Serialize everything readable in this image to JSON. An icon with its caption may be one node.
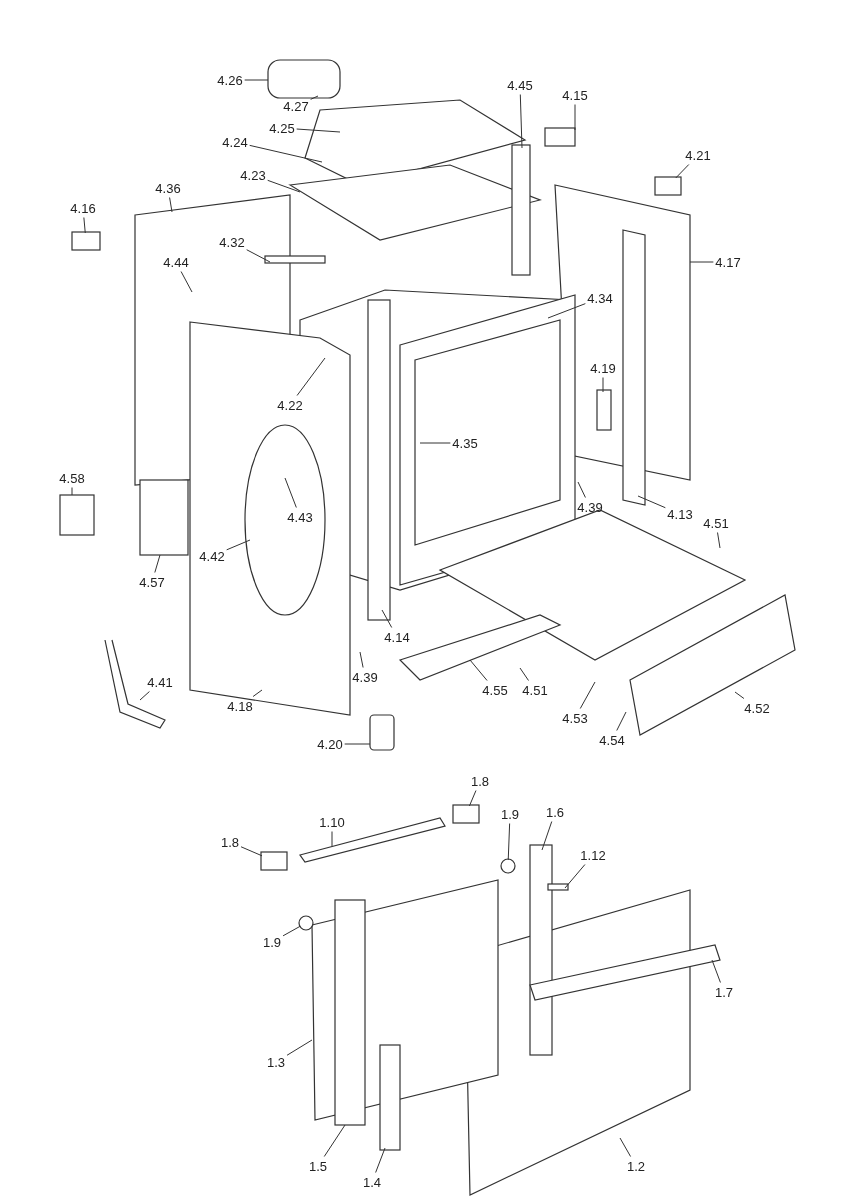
{
  "diagram": {
    "nodes": [
      {
        "text": [
          "4.26"
        ]
      },
      {
        "text": [
          "4.27"
        ]
      },
      {
        "text": [
          "4.45"
        ]
      },
      {
        "text": [
          "4.15"
        ]
      },
      {
        "text": [
          "4.25"
        ]
      },
      {
        "text": [
          "4.24"
        ]
      },
      {
        "text": [
          "4.21"
        ]
      },
      {
        "text": [
          "4.23"
        ]
      },
      {
        "text": [
          "4.36"
        ]
      },
      {
        "text": [
          "4.16"
        ]
      },
      {
        "text": [
          "4.32"
        ]
      },
      {
        "text": [
          "4.17"
        ]
      },
      {
        "text": [
          "4.44"
        ]
      },
      {
        "text": [
          "4.34"
        ]
      },
      {
        "text": [
          "4.22"
        ]
      },
      {
        "text": [
          "4.19"
        ]
      },
      {
        "text": [
          "4.35"
        ]
      },
      {
        "text": [
          "4.58"
        ]
      },
      {
        "text": [
          "4.43"
        ]
      },
      {
        "text": [
          "4.39"
        ]
      },
      {
        "text": [
          "4.13"
        ]
      },
      {
        "text": [
          "4.51"
        ]
      },
      {
        "text": [
          "4.42"
        ]
      },
      {
        "text": [
          "4.57"
        ]
      },
      {
        "text": [
          "4.14"
        ]
      },
      {
        "text": [
          "4.39"
        ]
      },
      {
        "text": [
          "4.55"
        ]
      },
      {
        "text": [
          "4.51"
        ]
      },
      {
        "text": [
          "4.41"
        ]
      },
      {
        "text": [
          "4.18"
        ]
      },
      {
        "text": [
          "4.53"
        ]
      },
      {
        "text": [
          "4.52"
        ]
      },
      {
        "text": [
          "4.20"
        ]
      },
      {
        "text": [
          "4.54"
        ]
      },
      {
        "text": [
          "1.8"
        ]
      },
      {
        "text": [
          "1.10"
        ]
      },
      {
        "text": [
          "1.9"
        ]
      },
      {
        "text": [
          "1.6"
        ]
      },
      {
        "text": [
          "1.8"
        ]
      },
      {
        "text": [
          "1.12"
        ]
      },
      {
        "text": [
          "1.9"
        ]
      },
      {
        "text": [
          "1.7"
        ]
      },
      {
        "text": [
          "1.3"
        ]
      },
      {
        "text": [
          "1.5"
        ]
      },
      {
        "text": [
          "1.4"
        ]
      },
      {
        "text": [
          "1.2"
        ]
      },
      {
        "text": [],
        "shape": "box"
      },
      {
        "text": [],
        "shape": "box"
      },
      {
        "text": [],
        "shape": "box"
      },
      {
        "text": [],
        "shape": "circle"
      },
      {
        "text": [],
        "shape": "box"
      },
      {
        "text": [],
        "shape": "circle"
      }
    ],
    "edges": [
      {
        "from": 0,
        "to": null,
        "arrow": "none"
      },
      {
        "from": 1,
        "to": null,
        "arrow": "none"
      },
      {
        "from": 2,
        "to": null,
        "arrow": "none"
      },
      {
        "from": 3,
        "to": null,
        "arrow": "none"
      },
      {
        "from": 4,
        "to": null,
        "arrow": "none"
      },
      {
        "from": 5,
        "to": null,
        "arrow": "none"
      },
      {
        "from": 6,
        "to": 46,
        "arrow": "none"
      },
      {
        "from": 7,
        "to": null,
        "arrow": "none"
      },
      {
        "from": 8,
        "to": null,
        "arrow": "none"
      },
      {
        "from": 9,
        "to": 47,
        "arrow": "none"
      },
      {
        "from": 10,
        "to": null,
        "arrow": "none"
      },
      {
        "from": 11,
        "to": null,
        "arrow": "none"
      },
      {
        "from": 12,
        "to": null,
        "arrow": "none"
      },
      {
        "from": 13,
        "to": null,
        "arrow": "none"
      },
      {
        "from": 14,
        "to": null,
        "arrow": "none"
      },
      {
        "from": 15,
        "to": null,
        "arrow": "none"
      },
      {
        "from": 16,
        "to": null,
        "arrow": "none"
      },
      {
        "from": 17,
        "to": null,
        "arrow": "none"
      },
      {
        "from": 18,
        "to": null,
        "arrow": "none"
      },
      {
        "from": 19,
        "to": null,
        "arrow": "none"
      },
      {
        "from": 20,
        "to": null,
        "arrow": "none"
      },
      {
        "from": 21,
        "to": null,
        "arrow": "none"
      },
      {
        "from": 22,
        "to": null,
        "arrow": "none"
      },
      {
        "from": 23,
        "to": null,
        "arrow": "none"
      },
      {
        "from": 24,
        "to": null,
        "arrow": "none"
      },
      {
        "from": 25,
        "to": null,
        "arrow": "none"
      },
      {
        "from": 26,
        "to": null,
        "arrow": "none"
      },
      {
        "from": 27,
        "to": null,
        "arrow": "none"
      },
      {
        "from": 28,
        "to": null,
        "arrow": "none"
      },
      {
        "from": 29,
        "to": null,
        "arrow": "none"
      },
      {
        "from": 30,
        "to": null,
        "arrow": "none"
      },
      {
        "from": 31,
        "to": null,
        "arrow": "none"
      },
      {
        "from": 32,
        "to": null,
        "arrow": "none"
      },
      {
        "from": 33,
        "to": null,
        "arrow": "none"
      },
      {
        "from": 34,
        "to": 48,
        "arrow": "none"
      },
      {
        "from": 35,
        "to": null,
        "arrow": "none"
      },
      {
        "from": 36,
        "to": 49,
        "arrow": "none"
      },
      {
        "from": 37,
        "to": null,
        "arrow": "none"
      },
      {
        "from": 38,
        "to": 50,
        "arrow": "none"
      },
      {
        "from": 39,
        "to": null,
        "arrow": "none"
      },
      {
        "from": 40,
        "to": 51,
        "arrow": "none"
      },
      {
        "from": 41,
        "to": null,
        "arrow": "none"
      },
      {
        "from": 42,
        "to": null,
        "arrow": "none"
      },
      {
        "from": 43,
        "to": null,
        "arrow": "none"
      },
      {
        "from": 44,
        "to": null,
        "arrow": "none"
      },
      {
        "from": 45,
        "to": null,
        "arrow": "none"
      }
    ]
  }
}
